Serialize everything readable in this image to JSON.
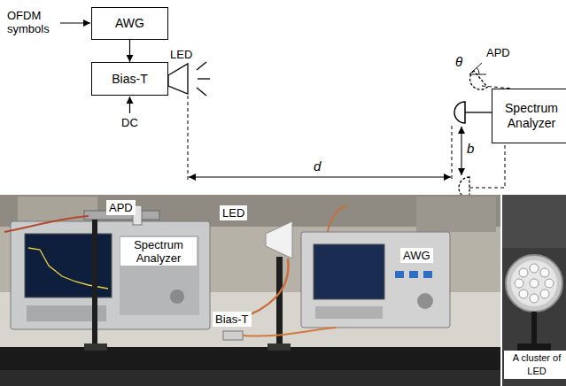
{
  "diagram": {
    "nodes": [
      {
        "text": [
          "AWG"
        ]
      },
      {
        "text": [
          "Bias-T"
        ]
      },
      {
        "text": [
          "Spectrum Analyzer"
        ]
      }
    ],
    "edges": [
      {
        "from": 0,
        "to": 1,
        "arrow": "to"
      }
    ],
    "labels": [
      "OFDM symbols",
      "DC",
      "LED",
      "d",
      "θ",
      "APD",
      "b",
      "APD",
      "Spectrum Analyzer",
      "LED",
      "Bias-T",
      "AWG",
      "A cluster of LED"
    ]
  }
}
